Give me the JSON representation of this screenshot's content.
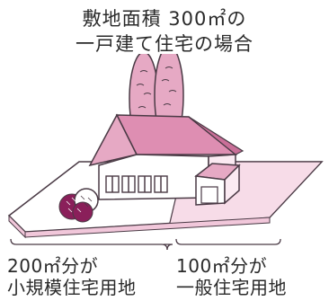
{
  "title": {
    "line1": "敷地面積 300㎡の",
    "line2": "一戸建て住宅の場合"
  },
  "sections": {
    "small_scale": {
      "area": "200㎡分が",
      "label": "小規模住宅用地"
    },
    "general": {
      "area": "100㎡分が",
      "label": "一般住宅用地"
    }
  },
  "colors": {
    "accent_pink": "#e6a9c4",
    "roof_pink": "#de8eb2",
    "outline": "#4a3a45",
    "tree_dark": "#8a1f5a"
  }
}
